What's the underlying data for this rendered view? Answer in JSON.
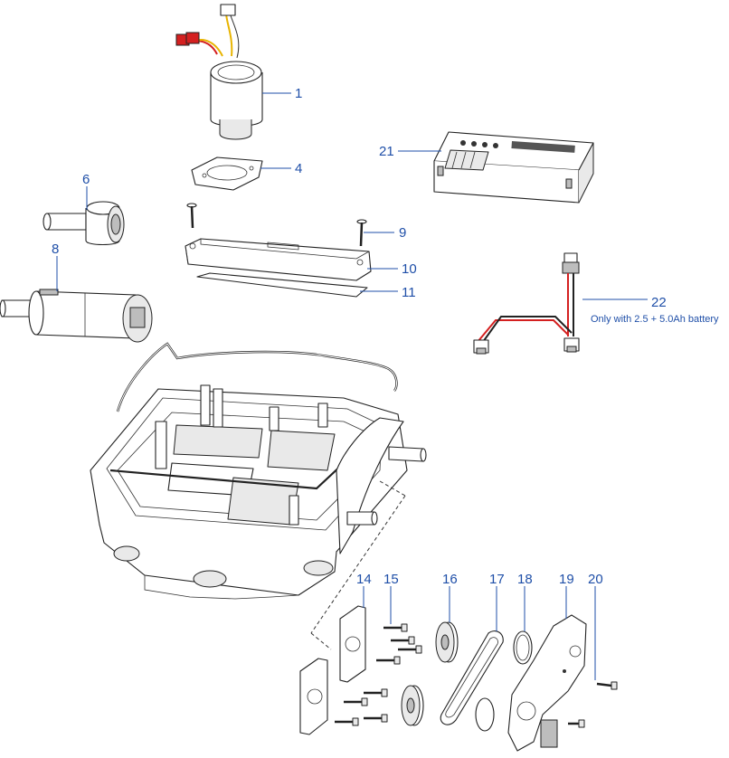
{
  "callouts": [
    {
      "id": "1"
    },
    {
      "id": "4"
    },
    {
      "id": "6"
    },
    {
      "id": "8"
    },
    {
      "id": "9"
    },
    {
      "id": "10"
    },
    {
      "id": "11"
    },
    {
      "id": "14"
    },
    {
      "id": "15"
    },
    {
      "id": "16"
    },
    {
      "id": "17"
    },
    {
      "id": "18"
    },
    {
      "id": "19"
    },
    {
      "id": "20"
    },
    {
      "id": "21"
    },
    {
      "id": "22"
    }
  ],
  "notes": {
    "battery_note": "Only with 2.5 + 5.0Ah battery"
  },
  "colors": {
    "callout_text": "#1f4fa8",
    "wire_red": "#d42020",
    "wire_yellow": "#e8b400",
    "connector_red": "#d42020"
  }
}
